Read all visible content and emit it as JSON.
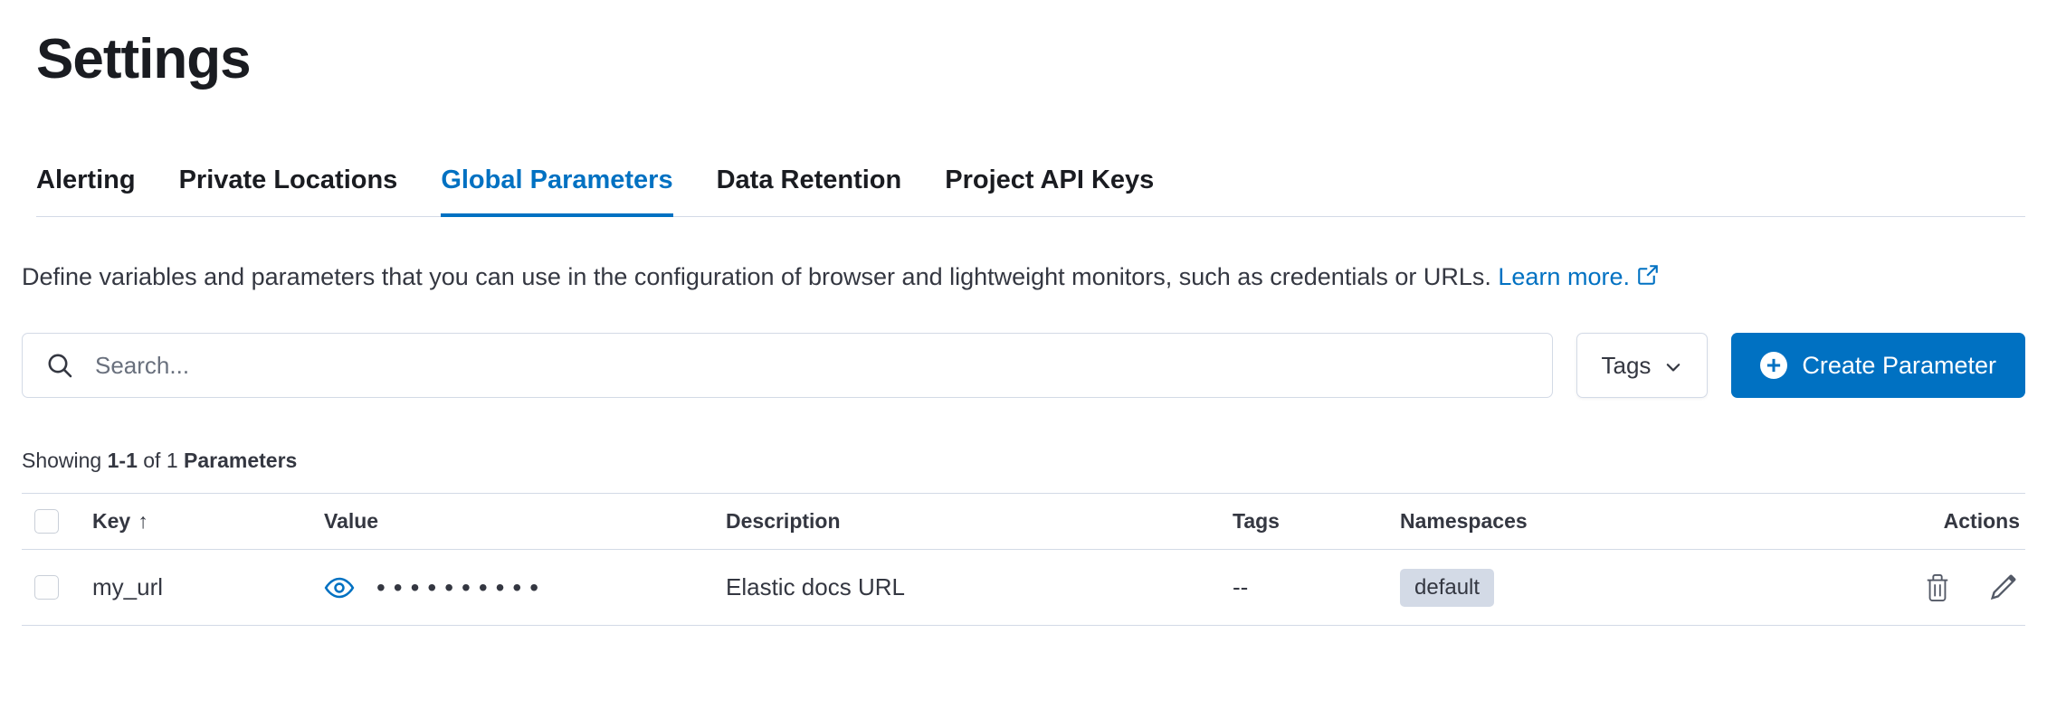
{
  "page_title": "Settings",
  "tabs": [
    {
      "label": "Alerting"
    },
    {
      "label": "Private Locations"
    },
    {
      "label": "Global Parameters"
    },
    {
      "label": "Data Retention"
    },
    {
      "label": "Project API Keys"
    }
  ],
  "active_tab": "Global Parameters",
  "description": {
    "text": "Define variables and parameters that you can use in the configuration of browser and lightweight monitors, such as credentials or URLs.",
    "link_label": "Learn more."
  },
  "toolbar": {
    "search_placeholder": "Search...",
    "tags_button_label": "Tags",
    "create_button_label": "Create Parameter"
  },
  "summary": {
    "showing_label": "Showing",
    "range": "1-1",
    "of_label": "of 1",
    "entity_label": "Parameters"
  },
  "table": {
    "headers": {
      "key": "Key",
      "value": "Value",
      "description": "Description",
      "tags": "Tags",
      "namespaces": "Namespaces",
      "actions": "Actions"
    },
    "rows": [
      {
        "key": "my_url",
        "value_masked": "••••••••••",
        "description": "Elastic docs URL",
        "tags": "--",
        "namespace": "default"
      }
    ]
  },
  "icons": {
    "search": "search-icon",
    "tags_chevron": "chevron-down-icon",
    "create_plus": "plus-in-circle-icon",
    "external_link": "external-link-icon",
    "sort_ascending": "sort-ascending-arrow-icon",
    "reveal_value": "eye-icon",
    "delete": "trash-icon",
    "edit": "pencil-icon"
  },
  "colors": {
    "primary": "#0071c2",
    "text": "#343741",
    "title_text": "#1a1c21",
    "subdued": "#69707d",
    "border": "#d3dae6",
    "badge_bg": "#d3dae6",
    "button_bg": "#0071c2"
  }
}
